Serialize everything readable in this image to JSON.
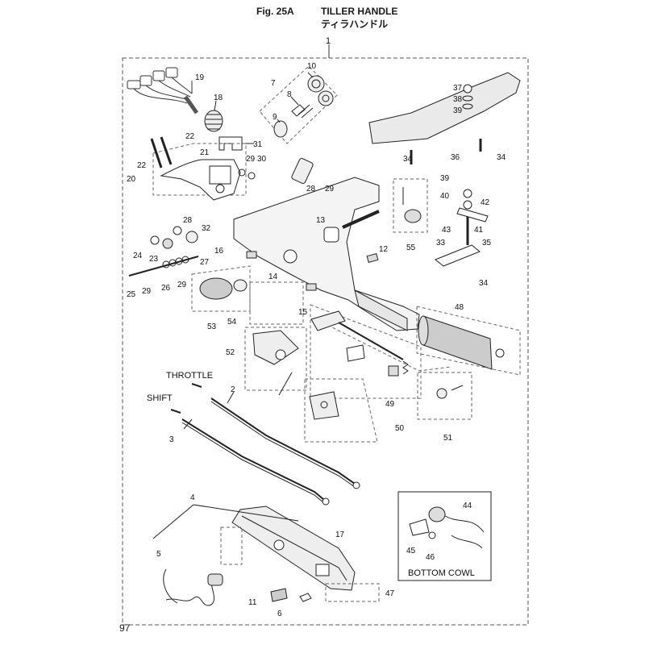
{
  "header": {
    "fig": "Fig. 25A",
    "title": "TILLER HANDLE",
    "title_jp": "ティラハンドル"
  },
  "page_number": "97",
  "labels": {
    "throttle": "THROTTLE",
    "shift": "SHIFT",
    "bottom_cowl": "BOTTOM COWL"
  },
  "part_numbers": [
    {
      "id": "p1",
      "text": "1"
    },
    {
      "id": "p19",
      "text": "19"
    },
    {
      "id": "p18",
      "text": "18"
    },
    {
      "id": "p7",
      "text": "7"
    },
    {
      "id": "p10",
      "text": "10"
    },
    {
      "id": "p8",
      "text": "8"
    },
    {
      "id": "p9",
      "text": "9"
    },
    {
      "id": "p37",
      "text": "37"
    },
    {
      "id": "p38",
      "text": "38"
    },
    {
      "id": "p39a",
      "text": "39"
    },
    {
      "id": "p22a",
      "text": "22"
    },
    {
      "id": "p31",
      "text": "31"
    },
    {
      "id": "p21",
      "text": "21"
    },
    {
      "id": "p22b",
      "text": "22"
    },
    {
      "id": "p29a",
      "text": "29"
    },
    {
      "id": "p30",
      "text": "30"
    },
    {
      "id": "p20",
      "text": "20"
    },
    {
      "id": "p28a",
      "text": "28"
    },
    {
      "id": "p29b",
      "text": "29"
    },
    {
      "id": "p34a",
      "text": "34"
    },
    {
      "id": "p36",
      "text": "36"
    },
    {
      "id": "p34b",
      "text": "34"
    },
    {
      "id": "p39b",
      "text": "39"
    },
    {
      "id": "p40",
      "text": "40"
    },
    {
      "id": "p42",
      "text": "42"
    },
    {
      "id": "p13",
      "text": "13"
    },
    {
      "id": "p28b",
      "text": "28"
    },
    {
      "id": "p32",
      "text": "32"
    },
    {
      "id": "p43",
      "text": "43"
    },
    {
      "id": "p41",
      "text": "41"
    },
    {
      "id": "p24",
      "text": "24"
    },
    {
      "id": "p23",
      "text": "23"
    },
    {
      "id": "p27",
      "text": "27"
    },
    {
      "id": "p16",
      "text": "16"
    },
    {
      "id": "p12",
      "text": "12"
    },
    {
      "id": "p55",
      "text": "55"
    },
    {
      "id": "p33",
      "text": "33"
    },
    {
      "id": "p35",
      "text": "35"
    },
    {
      "id": "p34c",
      "text": "34"
    },
    {
      "id": "p25",
      "text": "25"
    },
    {
      "id": "p29c",
      "text": "29"
    },
    {
      "id": "p26",
      "text": "26"
    },
    {
      "id": "p29d",
      "text": "29"
    },
    {
      "id": "p14",
      "text": "14"
    },
    {
      "id": "p15",
      "text": "15"
    },
    {
      "id": "p53",
      "text": "53"
    },
    {
      "id": "p54",
      "text": "54"
    },
    {
      "id": "p48",
      "text": "48"
    },
    {
      "id": "p52",
      "text": "52"
    },
    {
      "id": "p2",
      "text": "2"
    },
    {
      "id": "p49",
      "text": "49"
    },
    {
      "id": "p3",
      "text": "3"
    },
    {
      "id": "p50",
      "text": "50"
    },
    {
      "id": "p51",
      "text": "51"
    },
    {
      "id": "p4",
      "text": "4"
    },
    {
      "id": "p44",
      "text": "44"
    },
    {
      "id": "p17",
      "text": "17"
    },
    {
      "id": "p5",
      "text": "5"
    },
    {
      "id": "p45",
      "text": "45"
    },
    {
      "id": "p46",
      "text": "46"
    },
    {
      "id": "p47",
      "text": "47"
    },
    {
      "id": "p11",
      "text": "11"
    },
    {
      "id": "p6",
      "text": "6"
    }
  ]
}
